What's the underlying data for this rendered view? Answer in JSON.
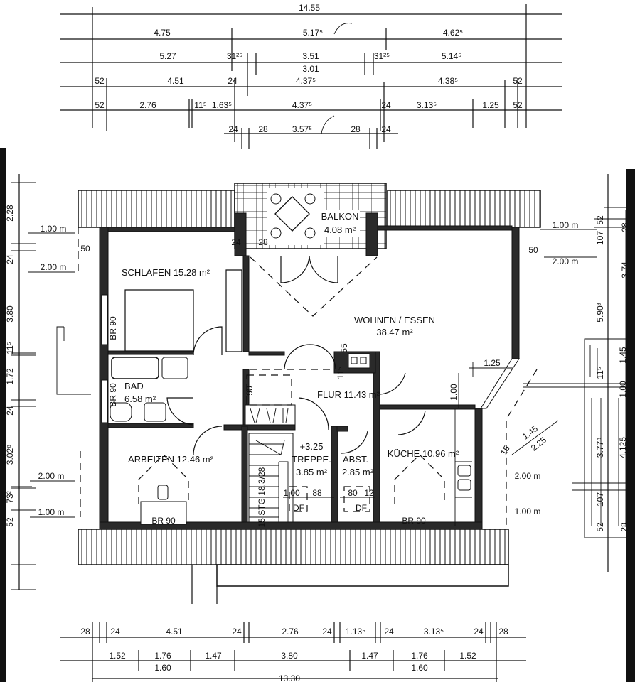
{
  "plan": {
    "rooms": {
      "balkon": {
        "name": "BALKON",
        "area": "4.08 m²"
      },
      "schlafen": {
        "label": "SCHLAFEN 15.28 m²"
      },
      "wohnen": {
        "name": "WOHNEN / ESSEN",
        "area": "38.47 m²"
      },
      "bad": {
        "name": "BAD",
        "area": "6.58 m²"
      },
      "flur": {
        "label": "FLUR 11.43 m²"
      },
      "treppe": {
        "level": "+3.25",
        "name": "TREPPE.",
        "area": "3.85 m²"
      },
      "abst": {
        "name": "ABST.",
        "area": "2.85 m²"
      },
      "kueche": {
        "label": "KÜCHE 10.96 m²"
      },
      "arbeiten": {
        "label": "ARBEITEN 12.46 m²"
      }
    },
    "windows": [
      "BR 90",
      "BR 90",
      "BR 90",
      "BR 90"
    ],
    "skylights": [
      "DF",
      "DF"
    ],
    "stairs_note": "15 STG 18.3/28",
    "interior_dims": [
      "24",
      "28",
      "55",
      "11⁵",
      "90",
      "1.00",
      "88",
      "80",
      "12",
      "1.25",
      "1.00",
      "1.45",
      "2.25",
      "15"
    ]
  },
  "dims_top": {
    "row0": [
      "14.55"
    ],
    "row1": [
      "4.75",
      "5.17⁵",
      "4.62⁵"
    ],
    "row2": [
      "5.27",
      "31²⁵",
      "3.51",
      "3.01",
      "31²⁵",
      "5.14⁵"
    ],
    "row3": [
      "52",
      "4.51",
      "24",
      "4.37⁵",
      "4.38⁵",
      "52"
    ],
    "row4": [
      "52",
      "2.76",
      "11⁵",
      "1.63⁵",
      "4.37⁵",
      "24",
      "3.13⁵",
      "1.25",
      "52"
    ],
    "row5": [
      "24",
      "28",
      "3.57⁵",
      "28",
      "24"
    ]
  },
  "dims_bottom": {
    "row0": [
      "28",
      "24",
      "4.51",
      "24",
      "2.76",
      "24",
      "1.13⁵",
      "24",
      "3.13⁵",
      "24",
      "28"
    ],
    "row1": [
      "1.52",
      "1.76",
      "1.60",
      "1.47",
      "3.80",
      "1.47",
      "1.76",
      "1.60",
      "1.52"
    ],
    "row2": [
      "13.30"
    ]
  },
  "dims_left": [
    "2.28",
    "24",
    "3.80",
    "11⁵",
    "1.72",
    "24",
    "3.02⁸",
    "73²",
    "52"
  ],
  "dims_right": [
    "52",
    "107",
    "28",
    "3.74",
    "5.90³",
    "1.45",
    "1.00",
    "11⁵",
    "3.77⁸",
    "4.125",
    "107",
    "52",
    "28"
  ],
  "height_marks": {
    "left": [
      "1.00 m",
      "2.00 m",
      "50",
      "2.00 m",
      "1.00 m"
    ],
    "right": [
      "1.00 m",
      "50",
      "2.00 m",
      "2.00 m",
      "1.00 m"
    ]
  }
}
